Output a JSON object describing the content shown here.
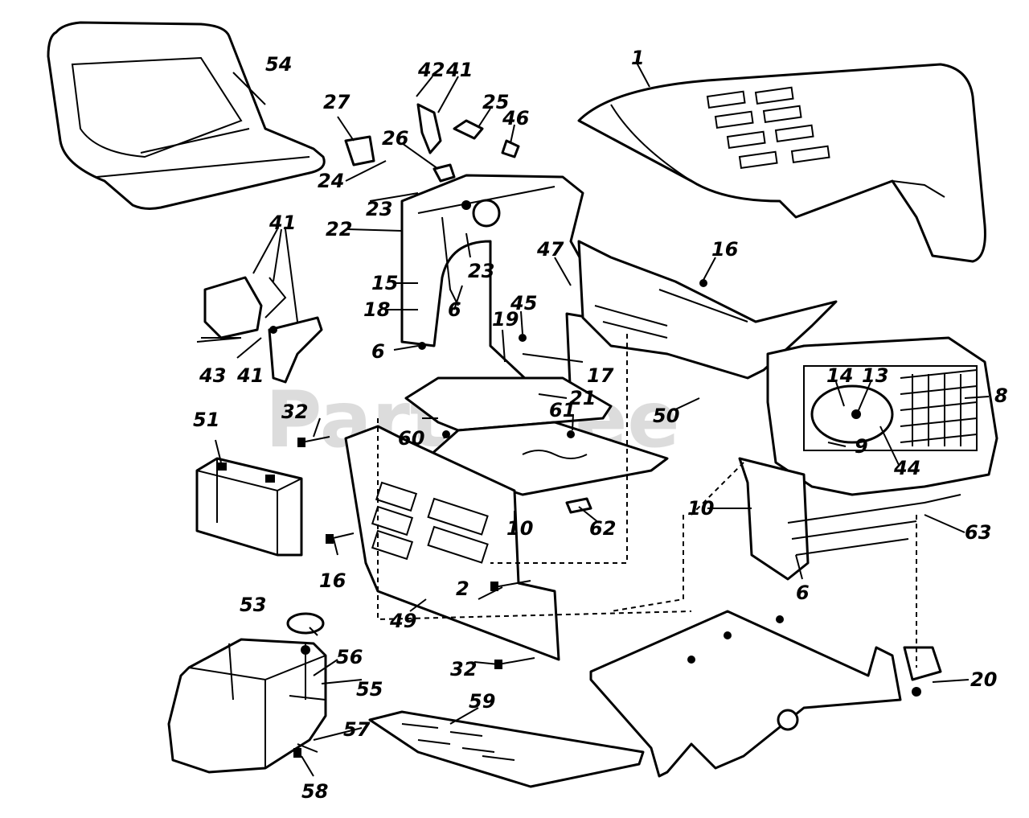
{
  "watermark": "PartsTree",
  "callouts": [
    {
      "id": "c1",
      "text": "1"
    },
    {
      "id": "c2",
      "text": "2"
    },
    {
      "id": "c6a",
      "text": "6"
    },
    {
      "id": "c6b",
      "text": "6"
    },
    {
      "id": "c6c",
      "text": "6"
    },
    {
      "id": "c8",
      "text": "8"
    },
    {
      "id": "c9",
      "text": "9"
    },
    {
      "id": "c10a",
      "text": "10"
    },
    {
      "id": "c10b",
      "text": "10"
    },
    {
      "id": "c13",
      "text": "13"
    },
    {
      "id": "c14",
      "text": "14"
    },
    {
      "id": "c15",
      "text": "15"
    },
    {
      "id": "c16a",
      "text": "16"
    },
    {
      "id": "c16b",
      "text": "16"
    },
    {
      "id": "c17",
      "text": "17"
    },
    {
      "id": "c18",
      "text": "18"
    },
    {
      "id": "c19",
      "text": "19"
    },
    {
      "id": "c20",
      "text": "20"
    },
    {
      "id": "c21",
      "text": "21"
    },
    {
      "id": "c22",
      "text": "22"
    },
    {
      "id": "c23a",
      "text": "23"
    },
    {
      "id": "c23b",
      "text": "23"
    },
    {
      "id": "c24",
      "text": "24"
    },
    {
      "id": "c25",
      "text": "25"
    },
    {
      "id": "c26",
      "text": "26"
    },
    {
      "id": "c27",
      "text": "27"
    },
    {
      "id": "c32a",
      "text": "32"
    },
    {
      "id": "c32b",
      "text": "32"
    },
    {
      "id": "c41a",
      "text": "41"
    },
    {
      "id": "c41b",
      "text": "41"
    },
    {
      "id": "c41c",
      "text": "41"
    },
    {
      "id": "c42",
      "text": "42"
    },
    {
      "id": "c43",
      "text": "43"
    },
    {
      "id": "c44",
      "text": "44"
    },
    {
      "id": "c45",
      "text": "45"
    },
    {
      "id": "c46",
      "text": "46"
    },
    {
      "id": "c47",
      "text": "47"
    },
    {
      "id": "c49",
      "text": "49"
    },
    {
      "id": "c50",
      "text": "50"
    },
    {
      "id": "c51",
      "text": "51"
    },
    {
      "id": "c53",
      "text": "53"
    },
    {
      "id": "c54",
      "text": "54"
    },
    {
      "id": "c55",
      "text": "55"
    },
    {
      "id": "c56",
      "text": "56"
    },
    {
      "id": "c57",
      "text": "57"
    },
    {
      "id": "c58",
      "text": "58"
    },
    {
      "id": "c59",
      "text": "59"
    },
    {
      "id": "c60a",
      "text": "60"
    },
    {
      "id": "c61",
      "text": "61"
    },
    {
      "id": "c62",
      "text": "62"
    },
    {
      "id": "c63",
      "text": "63"
    }
  ]
}
